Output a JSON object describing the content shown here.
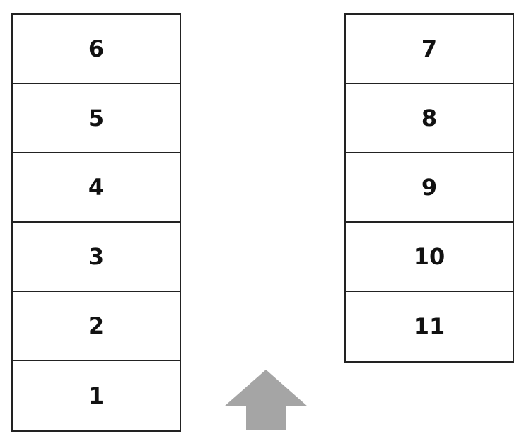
{
  "left_column": [
    "6",
    "5",
    "4",
    "3",
    "2",
    "1"
  ],
  "right_column": [
    "7",
    "8",
    "9",
    "10",
    "11"
  ],
  "colors": {
    "border": "#222222",
    "text": "#111111",
    "arrow": "#a5a5a5"
  },
  "icons": {
    "direction": "up-arrow-icon"
  }
}
